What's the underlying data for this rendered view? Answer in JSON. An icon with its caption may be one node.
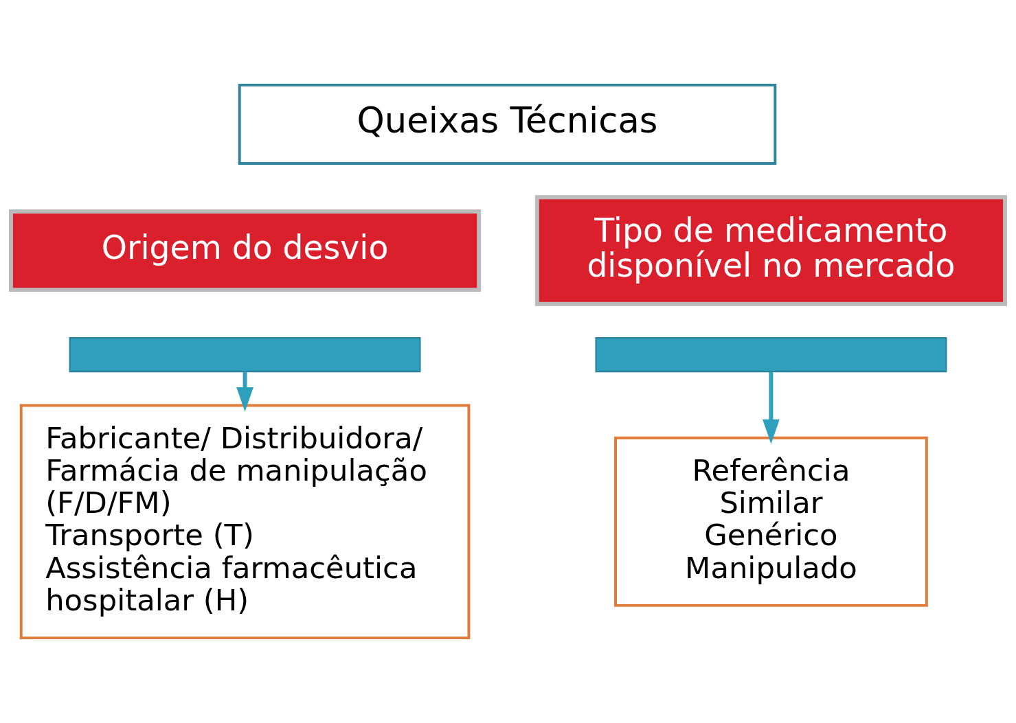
{
  "diagram": {
    "nodes": [
      {
        "text": [
          "Queixas Técnicas"
        ]
      },
      {
        "text": [
          "Origem do desvio"
        ]
      },
      {
        "text": [
          "Tipo de medicamento disponível no mercado"
        ]
      },
      {
        "text": [],
        "shape": "bar"
      },
      {
        "text": [
          "Fabricante/ Distribuidora/ Farmácia de manipulação (F/D/FM)",
          "Transporte (T)",
          "Assistência farmacêutica hospitalar (H)"
        ]
      },
      {
        "text": [],
        "shape": "bar"
      },
      {
        "text": [
          "Referência",
          "Similar",
          "Genérico",
          "Manipulado"
        ]
      }
    ],
    "edges": [
      {
        "from": 3,
        "to": 4,
        "arrow": "to"
      },
      {
        "from": 5,
        "to": 6,
        "arrow": "to"
      }
    ]
  }
}
